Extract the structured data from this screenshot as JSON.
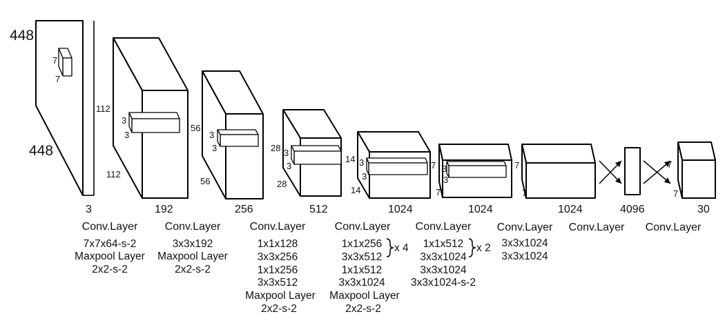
{
  "input": {
    "height": "448",
    "width": "448",
    "channels": "3",
    "kernel_h": "7",
    "kernel_w": "7"
  },
  "volumes": [
    {
      "channels": "192",
      "h": "112",
      "w": "112",
      "kh": "3",
      "kw": "3"
    },
    {
      "channels": "256",
      "h": "56",
      "w": "56",
      "kh": "3",
      "kw": "3"
    },
    {
      "channels": "512",
      "h": "28",
      "w": "28",
      "kh": "3",
      "kw": "3"
    },
    {
      "channels": "1024",
      "h": "14",
      "w": "14",
      "kh": "3",
      "kw": "3"
    },
    {
      "channels": "1024",
      "h": "7",
      "w": "7",
      "kh": "3",
      "kw": "3"
    },
    {
      "channels": "1024",
      "h": "7",
      "w": "7"
    }
  ],
  "fc": {
    "channels": "4096"
  },
  "output": {
    "channels": "30",
    "h": "7",
    "w": "7"
  },
  "layers": [
    {
      "title": "Conv.Layer",
      "lines": [
        "7x7x64-s-2",
        "Maxpool Layer",
        "2x2-s-2"
      ]
    },
    {
      "title": "Conv.Layer",
      "lines": [
        "3x3x192",
        "Maxpool Layer",
        "2x2-s-2"
      ]
    },
    {
      "title": "Conv.Layer",
      "lines": [
        "1x1x128",
        "3x3x256",
        "1x1x256",
        "3x3x512",
        "Maxpool Layer",
        "2x2-s-2"
      ]
    },
    {
      "title": "Conv.Layer",
      "lines": [
        "1x1x256",
        "3x3x512",
        "1x1x512",
        "3x3x1024",
        "Maxpool Layer",
        "2x2-s-2"
      ],
      "repeat": "x 4"
    },
    {
      "title": "Conv.Layer",
      "lines": [
        "1x1x512",
        "3x3x1024",
        "3x3x1024",
        "3x3x1024-s-2"
      ],
      "repeat": "x 2"
    },
    {
      "title": "Conv.Layer",
      "lines": [
        "3x3x1024",
        "3x3x1024"
      ]
    },
    {
      "title": "Conv.Layer",
      "lines": []
    },
    {
      "title": "Conv.Layer",
      "lines": []
    }
  ]
}
